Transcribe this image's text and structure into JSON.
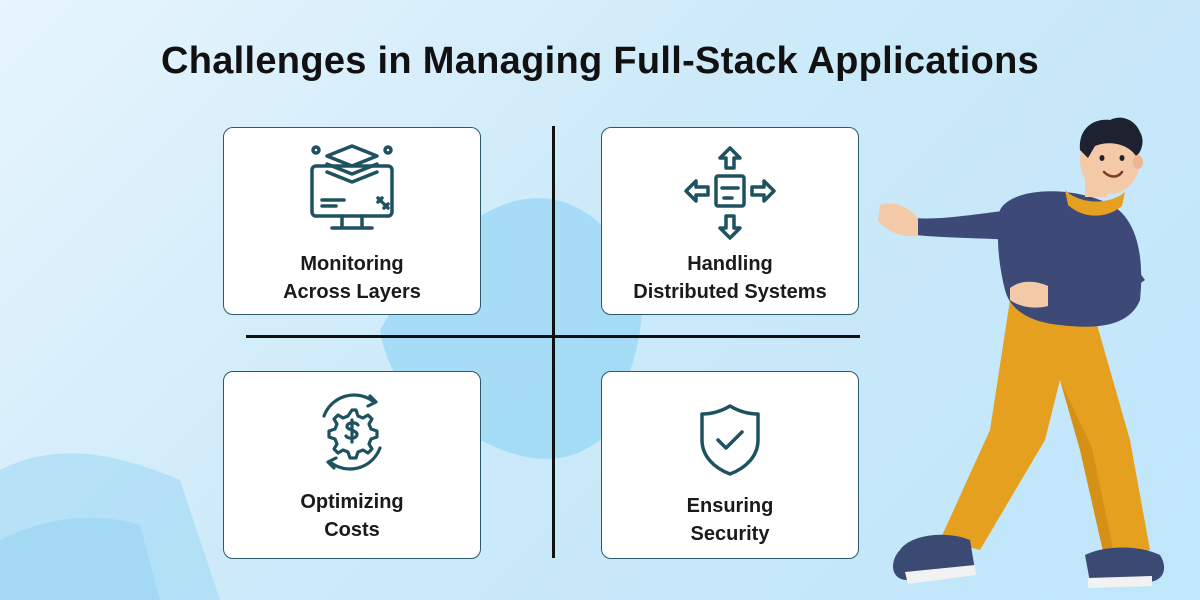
{
  "title": "Challenges in Managing Full-Stack Applications",
  "cards": [
    {
      "line1": "Monitoring",
      "line2": "Across Layers",
      "icon": "monitor-layers-icon"
    },
    {
      "line1": "Handling",
      "line2": "Distributed Systems",
      "icon": "distributed-arrows-icon"
    },
    {
      "line1": "Optimizing",
      "line2": "Costs",
      "icon": "cost-gear-icon"
    },
    {
      "line1": "Ensuring",
      "line2": "Security",
      "icon": "shield-check-icon"
    }
  ],
  "colors": {
    "icon": "#1f5260",
    "border": "#2c5a6a",
    "background": "#cdeaf9",
    "sweater": "#3d4a78",
    "pants": "#e6a020"
  }
}
